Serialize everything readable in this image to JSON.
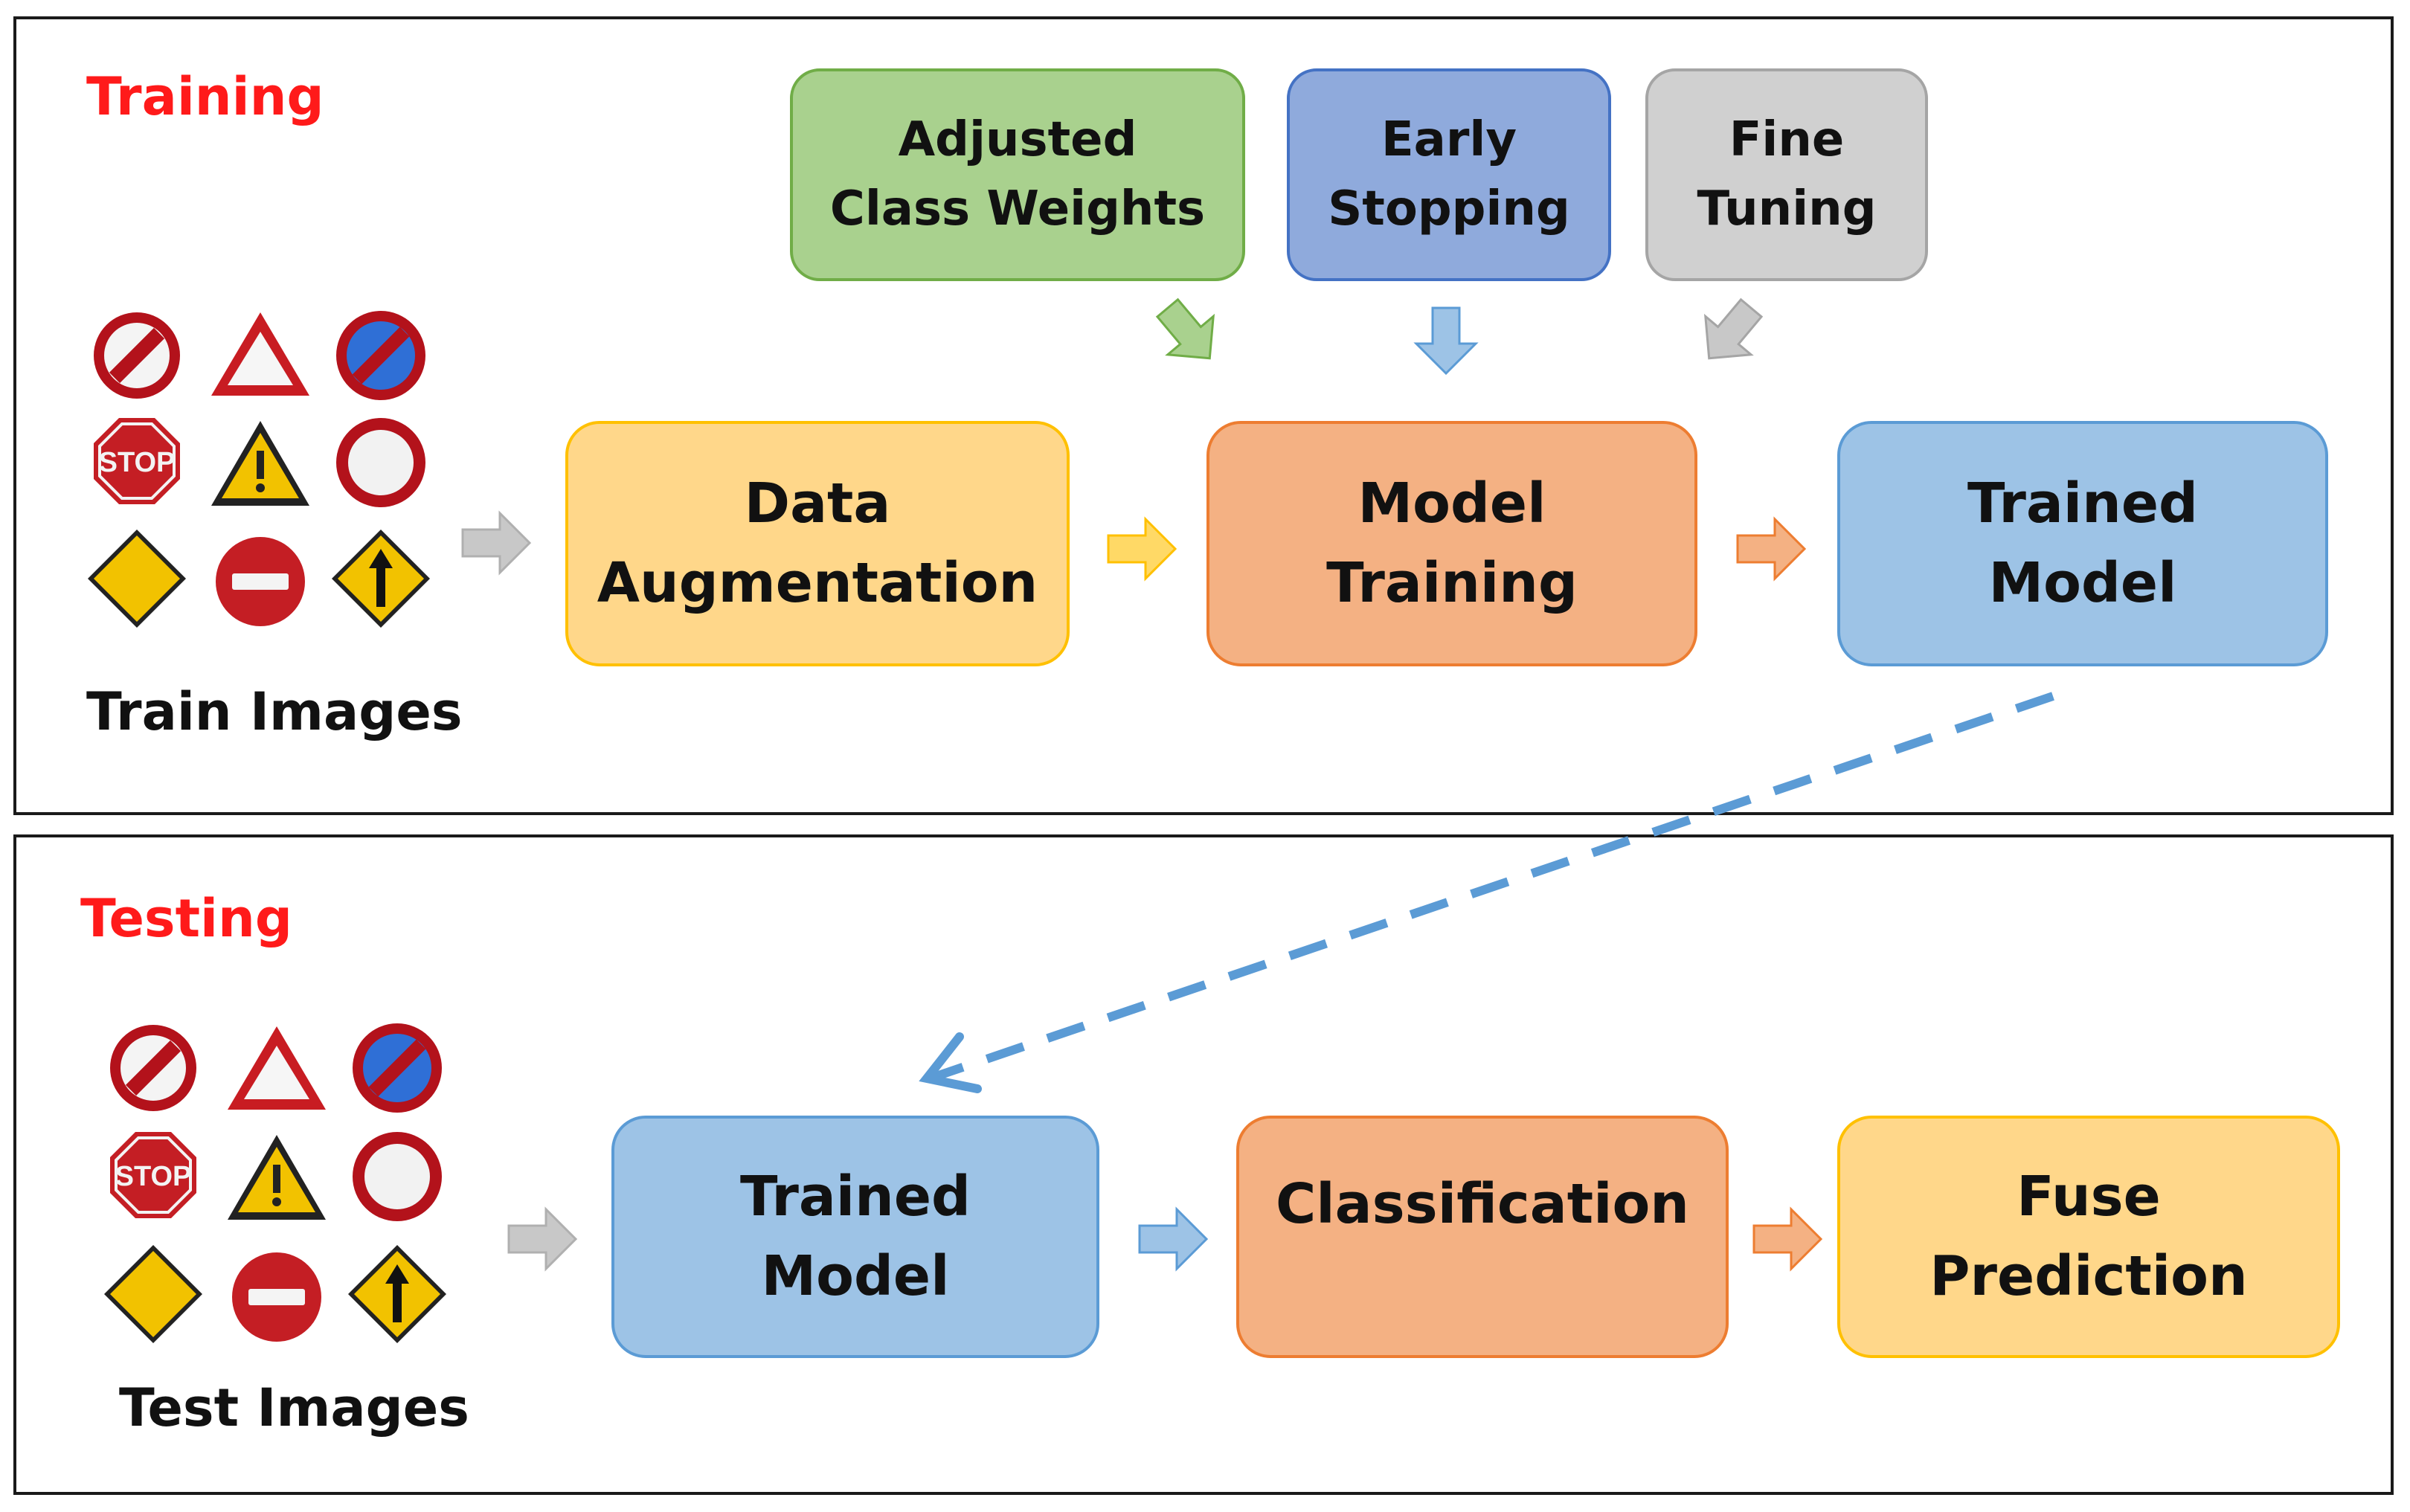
{
  "training": {
    "title": "Training",
    "caption": "Train Images",
    "boxes": {
      "adjusted": "Adjusted\nClass Weights",
      "early": "Early\nStopping",
      "fine": "Fine\nTuning",
      "augmentation": "Data\nAugmentation",
      "model_training": "Model\nTraining",
      "trained_model": "Trained\nModel"
    }
  },
  "testing": {
    "title": "Testing",
    "caption": "Test Images",
    "boxes": {
      "trained_model": "Trained\nModel",
      "classification": "Classification",
      "fuse": "Fuse\nPrediction"
    }
  },
  "sign_text": "STOP",
  "colors": {
    "green_fill": "#a9d18e",
    "green_border": "#70ad47",
    "blue_fill": "#8faadc",
    "blue_border": "#4472c4",
    "gray_fill": "#d0d0d0",
    "gray_border": "#a5a5a5",
    "yellow_fill": "#ffd78a",
    "yellow_border": "#ffc000",
    "orange_fill": "#f4b183",
    "orange_border": "#ed7d31",
    "lightblue_fill": "#9dc3e6",
    "lightblue_border": "#5b9bd5",
    "title_red": "#ff1a1a"
  },
  "icons": [
    "no-entry-icon",
    "triangle-warning-icon",
    "no-parking-icon",
    "stop-sign-icon",
    "caution-triangle-icon",
    "blank-circle-sign-icon",
    "yellow-diamond-icon",
    "do-not-enter-icon",
    "ahead-arrow-diamond-icon"
  ]
}
